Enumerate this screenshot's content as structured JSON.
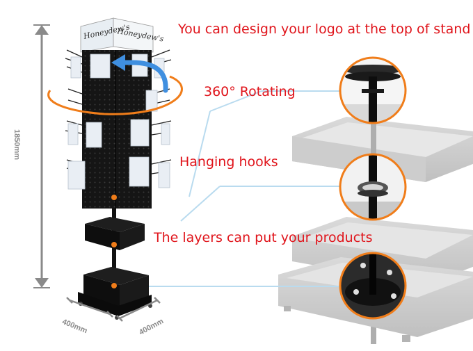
{
  "captions": {
    "logo": "You can design your logo at the top of stand",
    "rotating": "360° Rotating",
    "hooks": "Hanging hooks",
    "layers": "The layers can put your products"
  },
  "logo_text": [
    "Honeydew's",
    "Honeydew's"
  ],
  "dimensions": {
    "height": "1850mm",
    "depth": "400mm",
    "width": "400mm"
  },
  "colors": {
    "caption": "#e0141b",
    "accent_orange": "#f07d1a",
    "rotate_blue": "#3f8fe0",
    "leader_line": "#b9dbef",
    "dimension_gray": "#8a8a8a",
    "stand_black": "#141414"
  }
}
